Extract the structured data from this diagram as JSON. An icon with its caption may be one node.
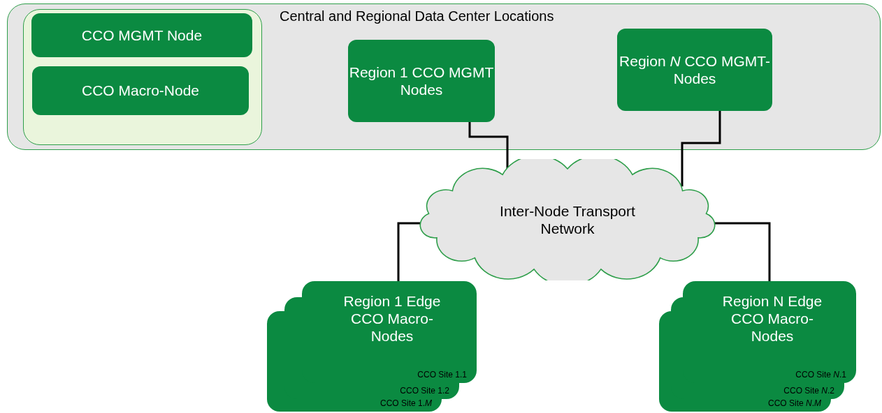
{
  "diagram": {
    "nodes": [
      {
        "text": [
          "Central and Regional Data Center Locations"
        ]
      },
      {
        "text": [],
        "shape": "box",
        "in": 0
      },
      {
        "text": [
          "CCO MGMT Node"
        ],
        "in": 1
      },
      {
        "text": [
          "CCO Macro-Node"
        ],
        "in": 1
      },
      {
        "text": [
          "Region 1 CCO MGMT Nodes"
        ],
        "in": 0
      },
      {
        "text": [
          "Region *N* CCO MGMT- Nodes"
        ],
        "in": 0
      },
      {
        "text": [
          "Inter-Node Transport Network"
        ]
      },
      {
        "text": [
          "Region 1 Edge CCO Macro- Nodes",
          "CCO Site 1.1",
          "CCO Site 1.2",
          "CCO Site 1.*M*"
        ]
      },
      {
        "text": [
          "Region N Edge CCO Macro- Nodes",
          "CCO Site *N*.1",
          "CCO Site *N*.2",
          "CCO Site *N*.*M*"
        ]
      }
    ],
    "edges": [
      {
        "from": 4,
        "to": 6,
        "arrow": "none"
      },
      {
        "from": 5,
        "to": 6,
        "arrow": "none"
      },
      {
        "from": 6,
        "to": 7,
        "arrow": "none"
      },
      {
        "from": 6,
        "to": 8,
        "arrow": "none"
      }
    ]
  }
}
